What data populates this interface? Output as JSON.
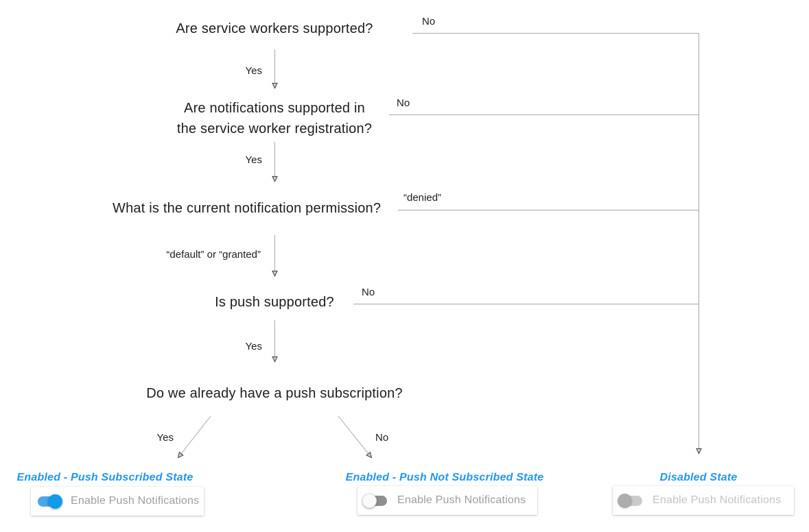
{
  "flowchart": {
    "questions": {
      "q1": "Are service workers supported?",
      "q2_line1": "Are notifications supported in",
      "q2_line2": "the service worker registration?",
      "q3": "What is the current notification permission?",
      "q4": "Is push supported?",
      "q5": "Do we already have a push subscription?"
    },
    "edge_labels": {
      "q1_yes": "Yes",
      "q1_no": "No",
      "q2_yes": "Yes",
      "q2_no": "No",
      "q3_denied": "“denied”",
      "q3_default_or_granted": "“default” or “granted”",
      "q4_yes": "Yes",
      "q4_no": "No",
      "q5_yes": "Yes",
      "q5_no": "No"
    },
    "states": [
      {
        "label": "Enabled - Push Subscribed State",
        "toggle_state": "on",
        "control_label": "Enable Push Notifications"
      },
      {
        "label": "Enabled - Push Not Subscribed State",
        "toggle_state": "off",
        "control_label": "Enable Push Notifications"
      },
      {
        "label": "Disabled State",
        "toggle_state": "disabled",
        "control_label": "Enable Push Notifications"
      }
    ],
    "colors": {
      "state_label_blue": "#2196F3",
      "toggle_on_knob": "#119BE9",
      "toggle_on_track": "#4AA8EA",
      "toggle_off_knob": "#FAFAFA",
      "toggle_off_track": "#8F8F8F",
      "toggle_disabled_knob": "#ADADAD",
      "toggle_disabled_track": "#CBCBCB",
      "connector_gray": "#A8A8A8",
      "question_text": "#1D1D1D",
      "card_text_gray": "#9E9E9E",
      "card_text_disabled": "#C4C4C4"
    }
  }
}
